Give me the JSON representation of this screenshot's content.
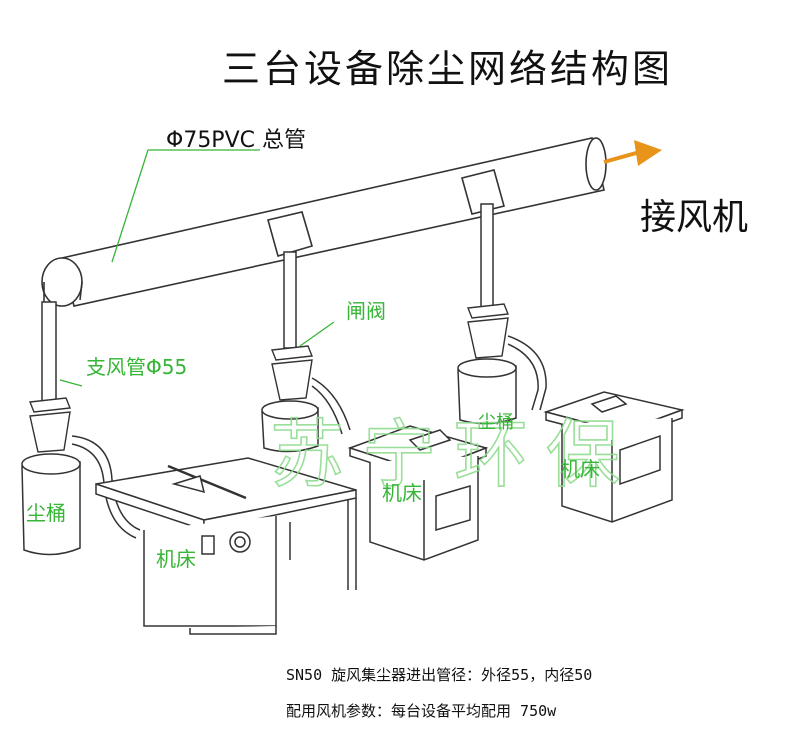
{
  "title": "三台设备除尘网络结构图",
  "labels": {
    "main_pipe": "Φ75PVC 总管",
    "fan": "接风机",
    "gate_valve": "闸阀",
    "branch_pipe": "支风管Φ55",
    "dust_bin": "尘桶",
    "machine": "机床"
  },
  "watermark": "苏宁环保",
  "notes": {
    "line1": "SN50 旋风集尘器进出管径：外径55，内径50",
    "line2": "配用风机参数：每台设备平均配用 750w"
  },
  "colors": {
    "label_green": "#36b536",
    "arrow_orange": "#e8941a",
    "line": "#333333",
    "watermark": "#8fdc8f"
  }
}
